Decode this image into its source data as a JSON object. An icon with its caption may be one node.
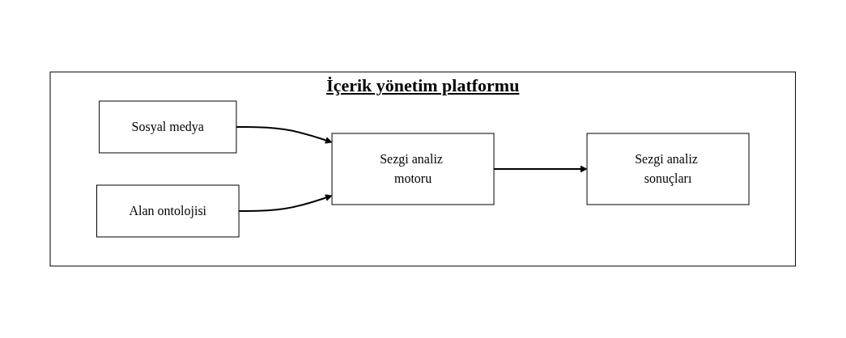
{
  "diagram": {
    "nodes": [
      {
        "text": [
          "İçerik yönetim platformu"
        ]
      },
      {
        "text": [
          "Sosyal medya"
        ],
        "in": 0
      },
      {
        "text": [
          "Alan ontolojisi"
        ],
        "in": 0
      },
      {
        "text": [
          "Sezgi analiz motoru"
        ],
        "in": 0
      },
      {
        "text": [
          "Sezgi analiz sonuçları"
        ],
        "in": 0
      }
    ],
    "edges": [
      {
        "from": 1,
        "to": 3,
        "arrow": "to"
      },
      {
        "from": 2,
        "to": 3,
        "arrow": "to"
      },
      {
        "from": 3,
        "to": 4,
        "arrow": "to"
      }
    ]
  }
}
